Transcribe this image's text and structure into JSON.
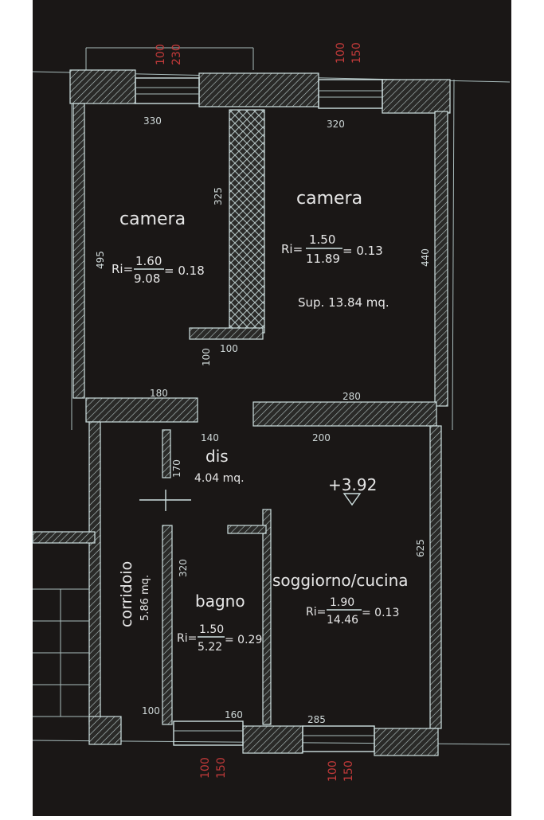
{
  "plan": {
    "rooms": {
      "camera_left": {
        "name": "camera",
        "ratio_prefix": "Ri=",
        "ratio_num": "1.60",
        "ratio_den": "9.08",
        "ratio_result": "= 0.18"
      },
      "camera_right": {
        "name": "camera",
        "ratio_prefix": "Ri=",
        "ratio_num": "1.50",
        "ratio_den": "11.89",
        "ratio_result": "= 0.13",
        "surface": "Sup. 13.84 mq."
      },
      "dis": {
        "name": "dis",
        "area": "4.04 mq."
      },
      "soggiorno": {
        "name": "soggiorno/cucina",
        "ratio_prefix": "Ri=",
        "ratio_num": "1.90",
        "ratio_den": "14.46",
        "ratio_result": "= 0.13",
        "level": "+3.92"
      },
      "bagno": {
        "name": "bagno",
        "ratio_prefix": "Ri=",
        "ratio_num": "1.50",
        "ratio_den": "5.22",
        "ratio_result": "= 0.29"
      },
      "corridoio": {
        "name": "corridoio",
        "area": "5.86 mq."
      }
    },
    "dimensions": {
      "top_left_width": "330",
      "top_right_width": "320",
      "left_height": "495",
      "right_height": "440",
      "closet_height": "325",
      "closet_width": "100",
      "closet_vert": "100",
      "door_left": "180",
      "door_right": "280",
      "dis_width": "140",
      "dis_height": "170",
      "door_soggiorno": "200",
      "soggiorno_height": "625",
      "bagno_height": "320",
      "corridoio_bottom": "100",
      "bagno_bottom": "160",
      "soggiorno_bottom": "285"
    },
    "windows": {
      "top_left": [
        "100",
        "230"
      ],
      "top_right": [
        "100",
        "150"
      ],
      "bottom_left": [
        "100",
        "150"
      ],
      "bottom_right": [
        "100",
        "150"
      ]
    },
    "colors": {
      "background": "#1a1716",
      "lines": "#cfe0e0",
      "window_labels": "#c23a3a"
    }
  }
}
